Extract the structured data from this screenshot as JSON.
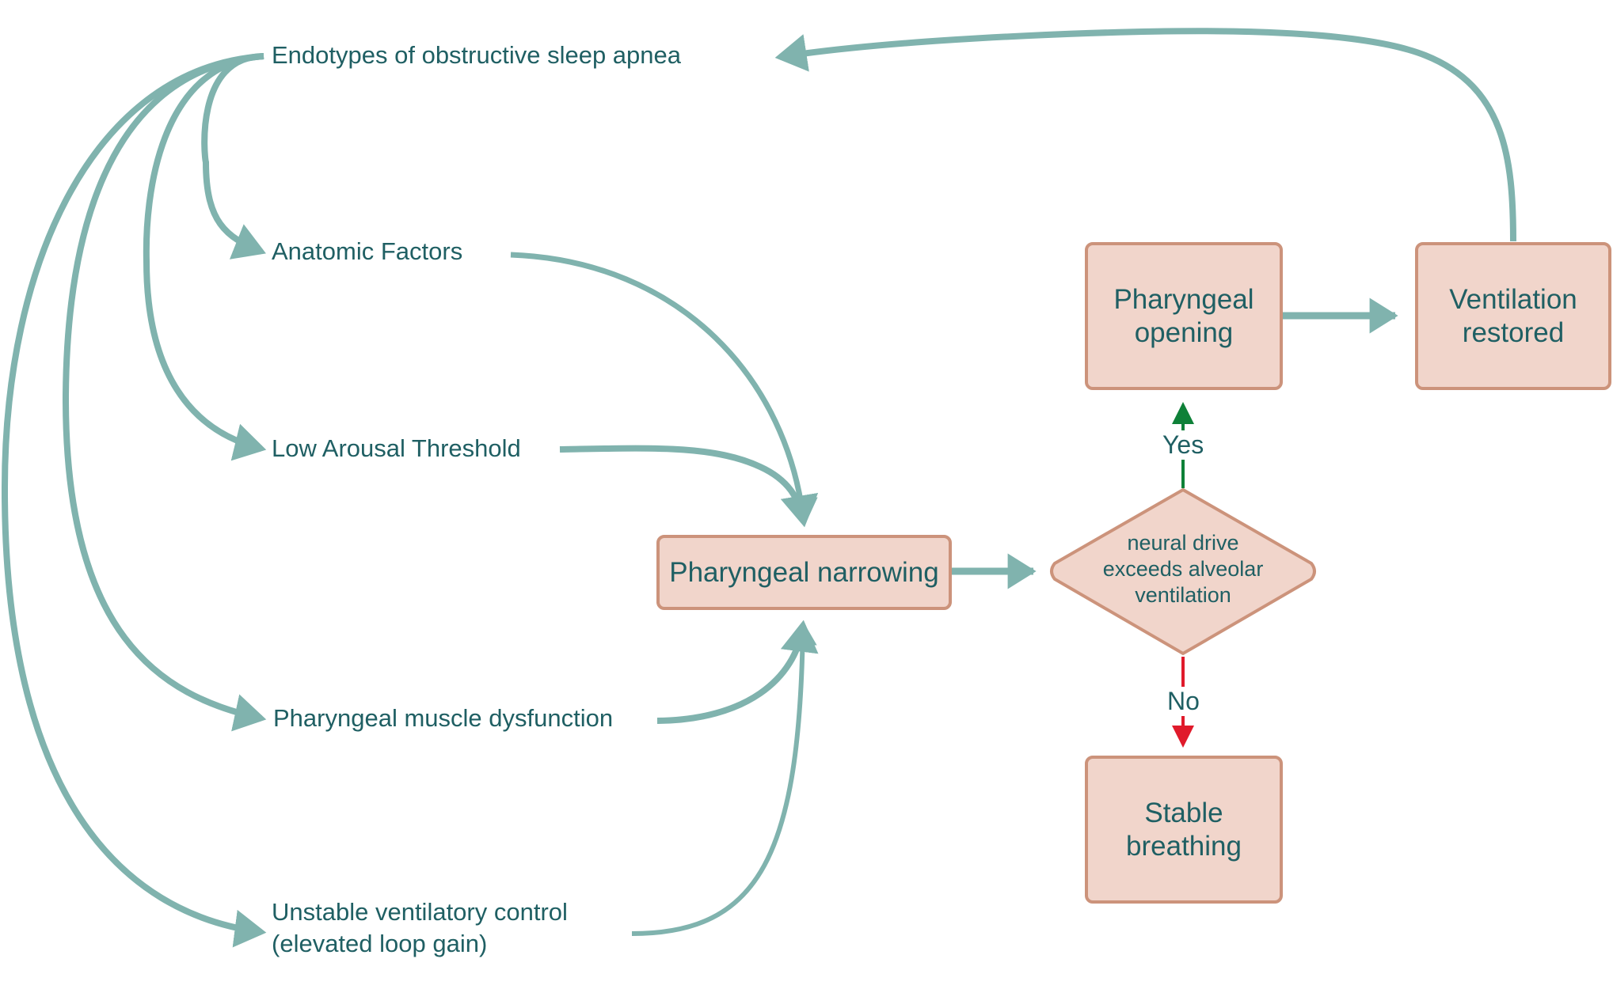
{
  "diagram": {
    "colors": {
      "connector": "#80b3ae",
      "text": "#1f5f63",
      "box_fill": "#f1d5cb",
      "box_border": "#cc937b",
      "yes": "#0e8138",
      "no": "#e01a2b"
    },
    "root": {
      "label": "Endotypes of obstructive sleep apnea"
    },
    "endotypes": [
      {
        "label": "Anatomic Factors"
      },
      {
        "label": "Low Arousal Threshold"
      },
      {
        "label": "Pharyngeal muscle dysfunction"
      },
      {
        "label": "Unstable ventilatory control",
        "label2": "(elevated loop gain)"
      }
    ],
    "nodes": {
      "narrowing": {
        "label": "Pharyngeal narrowing"
      },
      "decision": {
        "line1": "neural drive",
        "line2": "exceeds alveolar",
        "line3": "ventilation"
      },
      "opening": {
        "line1": "Pharyngeal",
        "line2": "opening"
      },
      "restored": {
        "line1": "Ventilation",
        "line2": "restored"
      },
      "stable": {
        "line1": "Stable",
        "line2": "breathing"
      }
    },
    "edge_labels": {
      "yes": "Yes",
      "no": "No"
    }
  }
}
